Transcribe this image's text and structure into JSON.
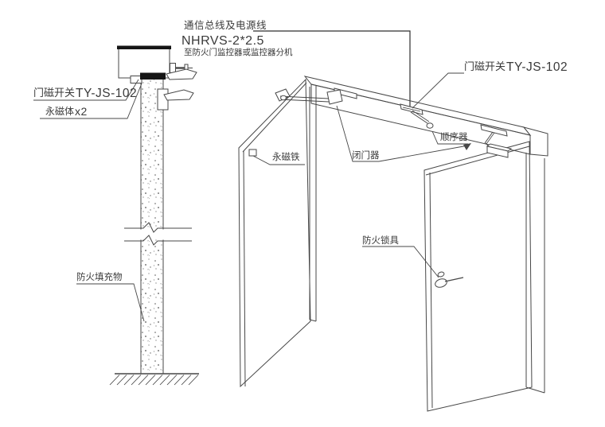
{
  "page": {
    "background": "#ffffff",
    "line_color": "#474747",
    "text_color": "#3a3a3a"
  },
  "annotations": {
    "cable": {
      "line1": "通信总线及电源线",
      "line2": "NHRVS-2*2.5",
      "line3": "至防火门监控器或监控器分机"
    },
    "section_view": {
      "door_switch_cn": "门磁开关",
      "door_switch_model": "TY-JS-102",
      "magnet_cn": "永磁体",
      "magnet_qty": "x2",
      "filler": "防火填充物"
    },
    "isometric_view": {
      "door_switch_cn": "门磁开关",
      "door_switch_model": "TY-JS-102",
      "sequencer": "顺序器",
      "door_closer": "闭门器",
      "magnet": "永磁铁",
      "fire_lock": "防火锁具"
    }
  }
}
